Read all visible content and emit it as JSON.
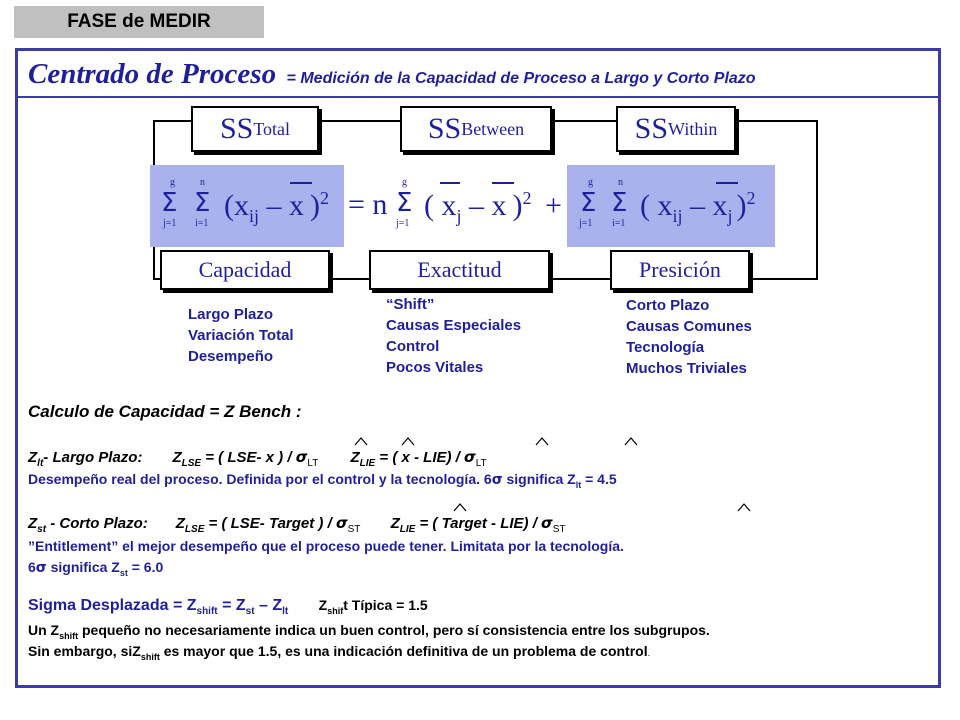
{
  "header": {
    "tag": "FASE de MEDIR"
  },
  "title": {
    "main": "Centrado de Proceso",
    "sub": "= Medición de la Capacidad de Proceso a Largo y Corto Plazo"
  },
  "diagram": {
    "ss_boxes": [
      {
        "base": "SS",
        "subscript": "Total"
      },
      {
        "base": "SS",
        "subscript": "Between"
      },
      {
        "base": "SS",
        "subscript": "Within"
      }
    ],
    "formula": {
      "sigma": "Σ",
      "upper_g": "g",
      "upper_n": "n",
      "lower_j": "j=1",
      "lower_i": "i=1",
      "part1": "(x",
      "ij": "ij",
      "minus": " – ",
      "xbar": "x",
      "close_sq": ")",
      "sq": "2",
      "eq_n": "= n",
      "part2_open": "( x",
      "j": "j",
      "plus": "+",
      "part3_open": "( x"
    },
    "label_boxes": [
      "Capacidad",
      "Exactitud",
      "Presición"
    ],
    "columns": [
      [
        "Largo Plazo",
        "Variación Total",
        "Desempeño"
      ],
      [
        "“Shift”",
        "Causas Especiales",
        "Control",
        "Pocos Vitales"
      ],
      [
        "Corto Plazo",
        "Causas Comunes",
        "Tecnología",
        "Muchos Triviales"
      ]
    ]
  },
  "calc": {
    "title": "Calculo de Capacidad = Z Bench :",
    "lt": {
      "z": "Z",
      "lt_sub": "lt",
      "label": "- Largo Plazo:",
      "lse_z": "Z",
      "lse_sub": "LSE",
      "lse_expr": "= ( LSE- x ) /",
      "sigma": "σ",
      "lt_small": "LT",
      "lie_z": "Z",
      "lie_sub": "LIE",
      "lie_expr": "= ( x - LIE) /",
      "desc_pre": "Desempeño real del proceso.  Definida por el control y la tecnología.  6",
      "desc_post": " significa Z",
      "desc_sub": "lt",
      "desc_val": " = 4.5"
    },
    "st": {
      "z": "Z",
      "st_sub": "st",
      "label": " - Corto Plazo:",
      "lse_z": "Z",
      "lse_sub": "LSE",
      "lse_expr": "= ( LSE- Target ) /",
      "sigma": "σ",
      "st_small": "ST",
      "lie_z": "Z",
      "lie_sub": "LIE",
      "lie_expr": "= ( Target - LIE) /",
      "desc1": "”Entitlement” el mejor desempeño que el proceso puede tener.   Limitata por la tecnología.",
      "desc2_pre": "6",
      "desc2_post": " significa Z",
      "desc2_sub": "st",
      "desc2_val": " = 6.0"
    },
    "shift": {
      "title_pre": "Sigma Desplazada = Z",
      "title_sub1": "shift",
      "title_mid": " = Z",
      "title_sub2": "st",
      "title_mid2": " – Z",
      "title_sub3": "lt",
      "typ_z": "Z",
      "typ_sub": "shif",
      "typ_rest": "t Típica = 1.5",
      "l1_pre": "Un Z",
      "l1_sub": "shift",
      "l1_post": " pequeño no necesariamente indica un buen control, pero sí consistencia entre los subgrupos.",
      "l2_pre": "Sin embargo, siZ",
      "l2_sub": "shift",
      "l2_post": " es mayor que 1.5, es una indicación definitiva de un problema de control",
      "l2_end": "."
    }
  },
  "colors": {
    "accent": "#1f1f9c",
    "frame": "#3c3ca8",
    "formula_bg": "#aab2ee",
    "tag_bg": "#c0c0c0"
  }
}
